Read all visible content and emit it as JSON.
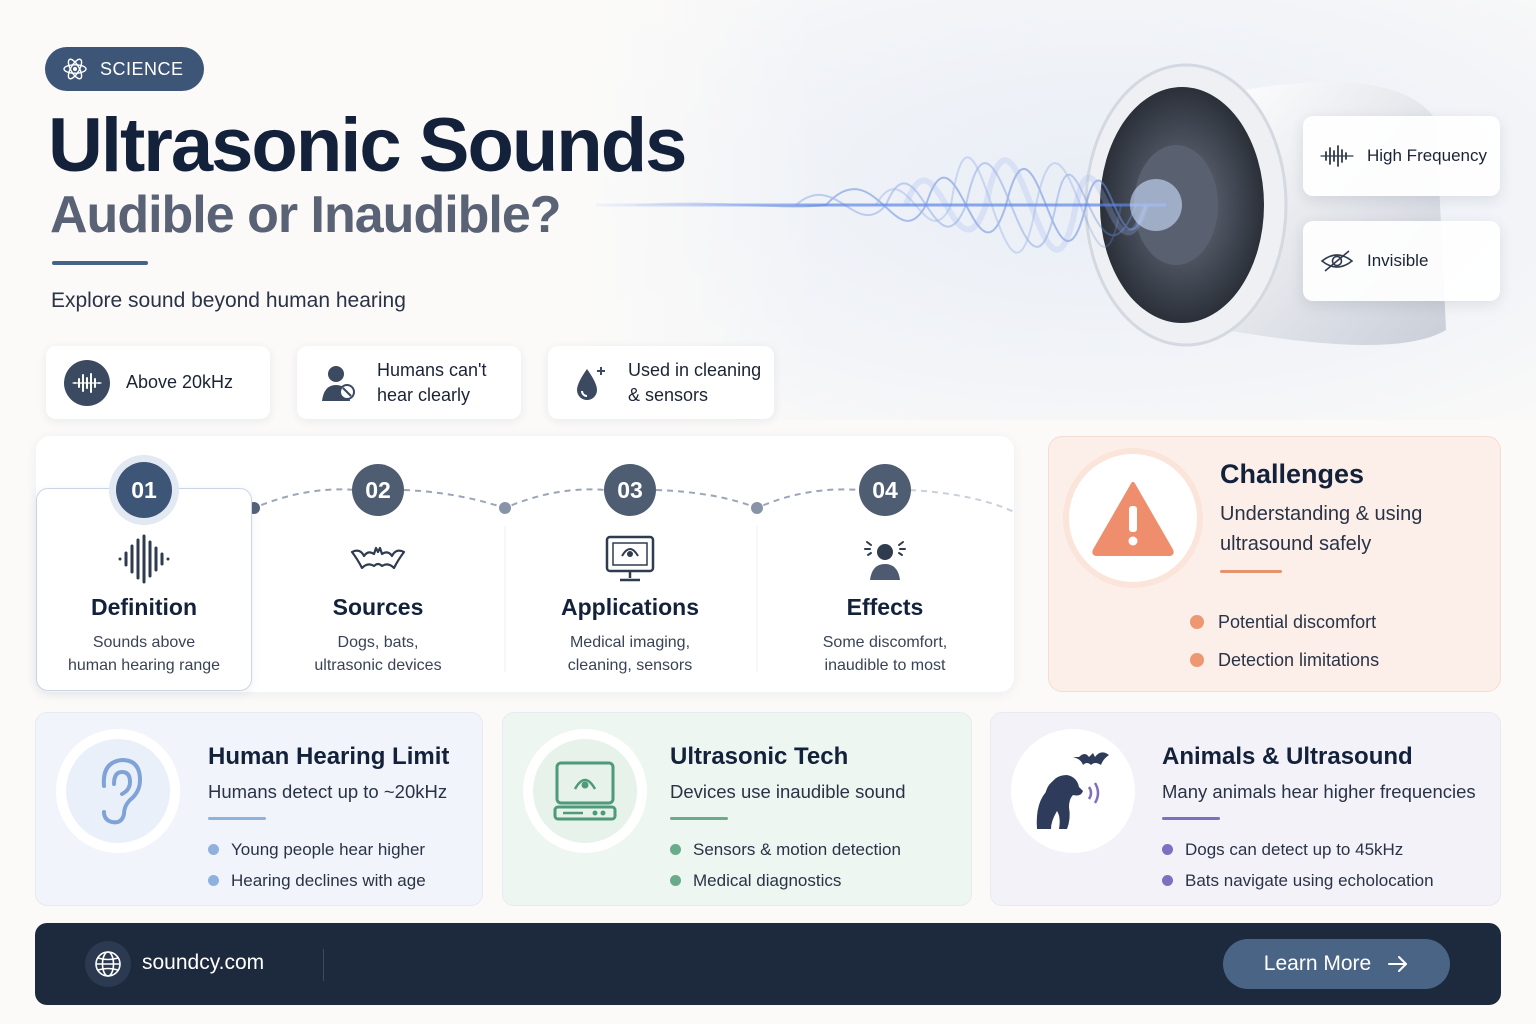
{
  "badge": {
    "label": "SCIENCE",
    "icon": "atom-icon"
  },
  "title": "Ultrasonic Sounds",
  "subtitle": "Audible or Inaudible?",
  "tagline": "Explore sound beyond human hearing",
  "chips": [
    {
      "label": "Above 20kHz",
      "icon": "waveform-icon"
    },
    {
      "line1": "Humans can't",
      "line2": "hear clearly",
      "icon": "person-muted-icon"
    },
    {
      "line1": "Used in cleaning",
      "line2": "& sensors",
      "icon": "droplet-plus-icon"
    }
  ],
  "hero_badges": [
    {
      "label": "High Frequency",
      "icon": "waveform-icon"
    },
    {
      "label": "Invisible",
      "icon": "eye-slash-icon"
    }
  ],
  "steps": [
    {
      "num": "01",
      "name": "Definition",
      "desc1": "Sounds above",
      "desc2": "human hearing range",
      "icon": "waveform-icon"
    },
    {
      "num": "02",
      "name": "Sources",
      "desc1": "Dogs, bats,",
      "desc2": "ultrasonic devices",
      "icon": "bat-icon"
    },
    {
      "num": "03",
      "name": "Applications",
      "desc1": "Medical imaging,",
      "desc2": "cleaning, sensors",
      "icon": "monitor-icon"
    },
    {
      "num": "04",
      "name": "Effects",
      "desc1": "Some discomfort,",
      "desc2": "inaudible to most",
      "icon": "person-noise-icon"
    }
  ],
  "challenges": {
    "title": "Challenges",
    "subtitle": "Understanding & using ultrasound safely",
    "items": [
      "Potential discomfort",
      "Detection limitations"
    ],
    "icon": "warning-icon"
  },
  "cards": [
    {
      "title": "Human Hearing Limit",
      "subtitle": "Humans detect up to ~20kHz",
      "items": [
        "Young people hear higher",
        "Hearing declines with age"
      ],
      "icon": "ear-icon",
      "accent": "#8fb1de"
    },
    {
      "title": "Ultrasonic Tech",
      "subtitle": "Devices use inaudible sound",
      "items": [
        "Sensors & motion detection",
        "Medical diagnostics"
      ],
      "icon": "ultrasound-device-icon",
      "accent": "#6aab8b"
    },
    {
      "title": "Animals & Ultrasound",
      "subtitle": "Many animals hear higher frequencies",
      "items": [
        "Dogs can detect up to 45kHz",
        "Bats navigate using echolocation"
      ],
      "icon": "dog-bat-icon",
      "accent": "#7f6fc0"
    }
  ],
  "footer": {
    "site": "soundcy.com",
    "cta": "Learn More",
    "globe_icon": "globe-icon",
    "arrow_icon": "arrow-right-icon"
  }
}
